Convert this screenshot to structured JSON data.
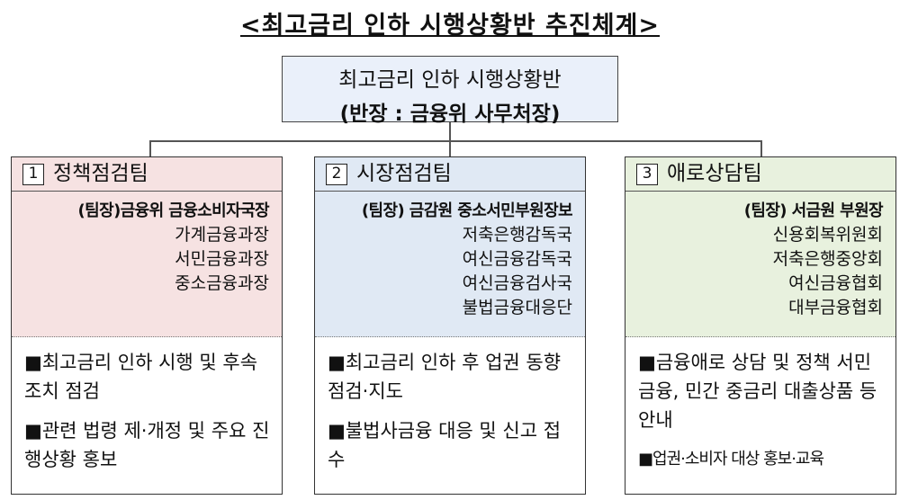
{
  "title": "<최고금리 인하 시행상황반 추진체계>",
  "head": {
    "line1": "최고금리 인하 시행상황반",
    "line2": "(반장 : 금융위 사무처장)"
  },
  "teams": [
    {
      "num": "1",
      "name": "정책점검팀",
      "leader": "(팀장)금융위 금융소비자국장",
      "members": [
        "가계금융과장",
        "서민금융과장",
        "중소금융과장"
      ],
      "duties": [
        "■최고금리 인하 시행 및 후속조치 점검",
        "■관련 법령 제·개정 및 주요 진행상황 홍보"
      ]
    },
    {
      "num": "2",
      "name": "시장점검팀",
      "leader": "(팀장) 금감원 중소서민부원장보",
      "members": [
        "저축은행감독국",
        "여신금융감독국",
        "여신금융검사국",
        "불법금융대응단"
      ],
      "duties": [
        "■최고금리 인하 후 업권 동향 점검·지도",
        "■불법사금융 대응 및 신고 접수"
      ]
    },
    {
      "num": "3",
      "name": "애로상담팀",
      "leader": "(팀장) 서금원 부원장",
      "members": [
        "신용회복위원회",
        "저축은행중앙회",
        "여신금융협회",
        "대부금융협회"
      ],
      "duties": [
        "■금융애로 상담 및 정책 서민금융, 민간 중금리 대출상품 등 안내",
        "■업권·소비자 대상 홍보·교육"
      ]
    }
  ]
}
